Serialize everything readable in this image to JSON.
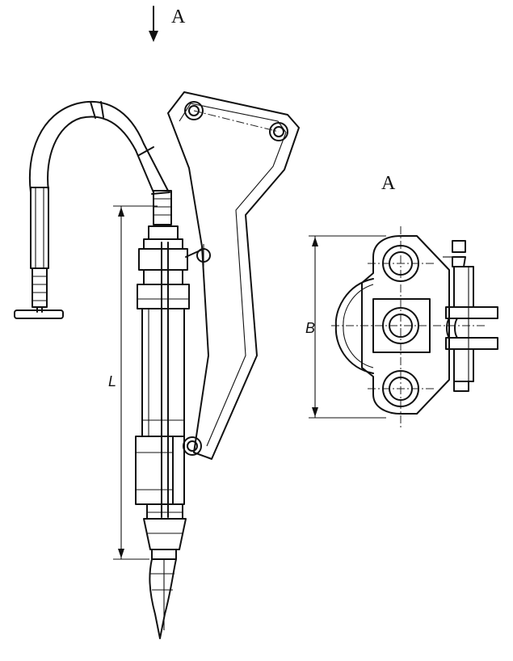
{
  "view_arrow_label": "A",
  "view_title": "A",
  "dimensions": {
    "length_label": "L",
    "width_label": "B"
  },
  "colors": {
    "ink": "#111111",
    "paper": "#ffffff"
  }
}
